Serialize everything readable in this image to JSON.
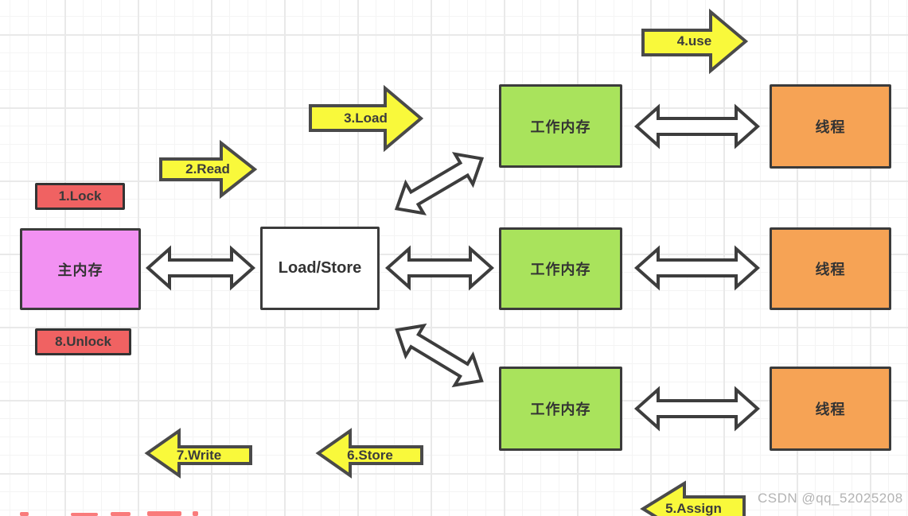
{
  "nodes": {
    "main_memory": {
      "label": "主内存",
      "fill": "#f291f2"
    },
    "load_store": {
      "label": "Load/Store",
      "fill": "#ffffff"
    },
    "working_memory": [
      {
        "label": "工作内存"
      },
      {
        "label": "工作内存"
      },
      {
        "label": "工作内存"
      }
    ],
    "threads": [
      {
        "label": "线程"
      },
      {
        "label": "线程"
      },
      {
        "label": "线程"
      }
    ],
    "working_memory_fill": "#a9e35c",
    "thread_fill": "#f6a355",
    "outline_color": "#3b3b3b"
  },
  "steps": {
    "lock": {
      "label": "1.Lock"
    },
    "read": {
      "label": "2.Read"
    },
    "load": {
      "label": "3.Load"
    },
    "use": {
      "label": "4.use"
    },
    "assign": {
      "label": "5.Assign"
    },
    "store": {
      "label": "6.Store"
    },
    "write": {
      "label": "7.Write"
    },
    "unlock": {
      "label": "8.Unlock"
    }
  },
  "colors": {
    "step_tag_red": "#f06262",
    "step_arrow_yellow": "#f9f93b",
    "connector_fill": "#ffffff",
    "connector_stroke": "#3d3d3d",
    "grid_minor": "#f4f4f4",
    "grid_major": "#e9e9e9"
  },
  "watermark": "CSDN @qq_52025208"
}
